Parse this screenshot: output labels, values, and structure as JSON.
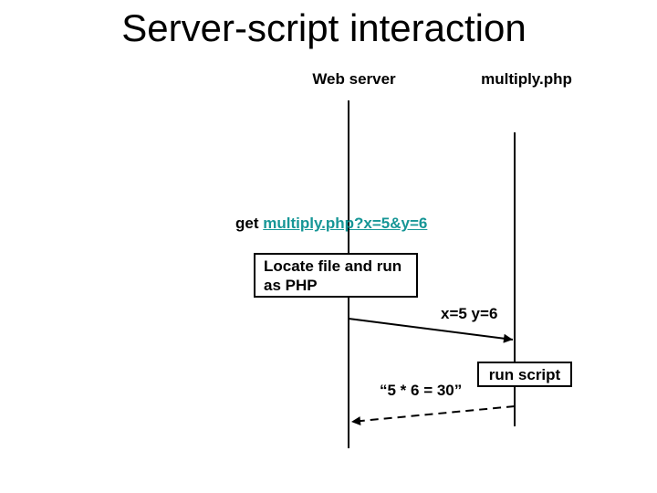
{
  "slide": {
    "title": "Server-script interaction",
    "lifelines": [
      {
        "label": "Web server"
      },
      {
        "label": "multiply.php"
      }
    ],
    "request_message": {
      "prefix": "get ",
      "link_text": "multiply.php?x=5&y=6"
    },
    "process_box": {
      "line1": "Locate file and run",
      "line2": "as PHP"
    },
    "request_params_label": "x=5 y=6",
    "run_script_label": "run script",
    "response_label": "“5 * 6 = 30”",
    "colors": {
      "link": "#169696",
      "line": "#000000",
      "text": "#000000",
      "background": "#ffffff"
    }
  }
}
